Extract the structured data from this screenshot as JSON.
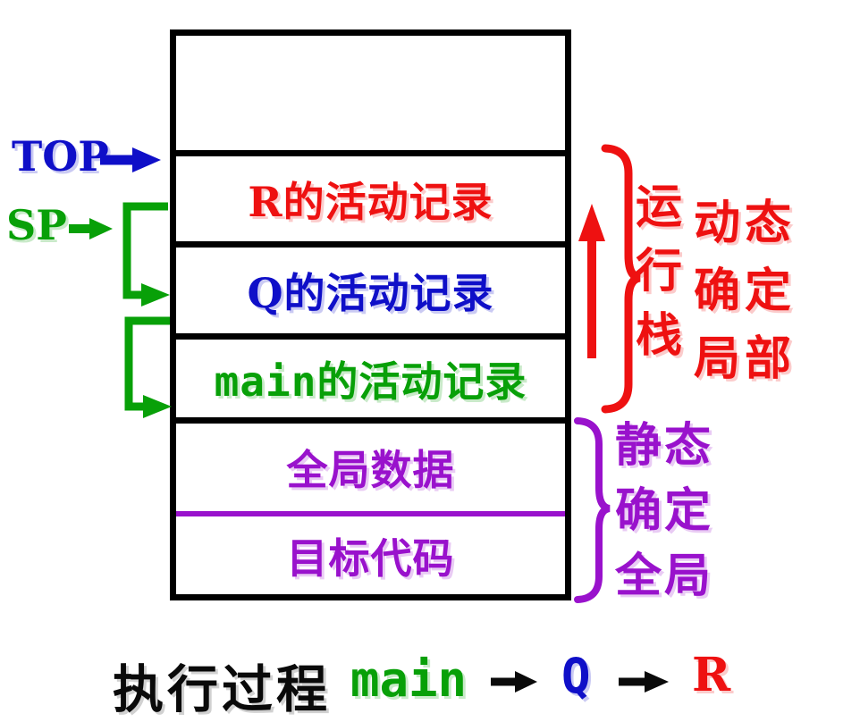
{
  "colors": {
    "red": "#ee1111",
    "blue": "#0f0fc8",
    "green": "#08a008",
    "purple": "#9912cc",
    "black": "#0a0a0a"
  },
  "stack": {
    "empty_label": "",
    "r_label": "R的活动记录",
    "q_label": "Q的活动记录",
    "main_label": "main的活动记录",
    "global_label": "全局数据",
    "code_label": "目标代码"
  },
  "pointers": {
    "top": "TOP",
    "sp": "SP"
  },
  "dynamic_note": {
    "v1": "运",
    "v2": "行",
    "v3": "栈",
    "line1": "动态",
    "line2": "确定",
    "line3": "局部"
  },
  "static_note": {
    "line1": "静态",
    "line2": "确定",
    "line3": "全局"
  },
  "caption": {
    "prefix": "执行过程",
    "step1": "main",
    "step2": "Q",
    "step3": "R"
  }
}
